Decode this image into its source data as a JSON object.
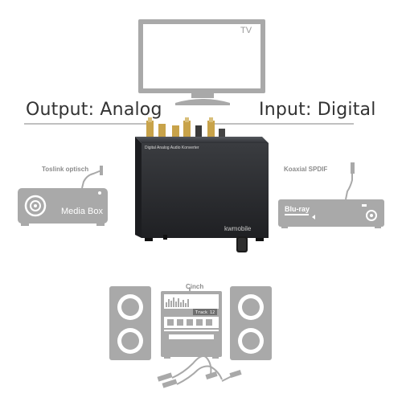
{
  "labels": {
    "output": "Output: Analog",
    "input": "Input: Digital",
    "tv": "TV",
    "toslink": "Toslink optisch",
    "koaxial": "Koaxial SPDIF",
    "media_box": "Media Box",
    "bluray": "Blu-ray",
    "cinch": "Cinch",
    "device_name": "Digital Analog Audio Konverter",
    "brand": "kwmobile",
    "track": "Track 12"
  },
  "colors": {
    "device_body": "#2b2d31",
    "icon_gray": "#a9a9a9",
    "connector_gold": "#c8a34a"
  }
}
